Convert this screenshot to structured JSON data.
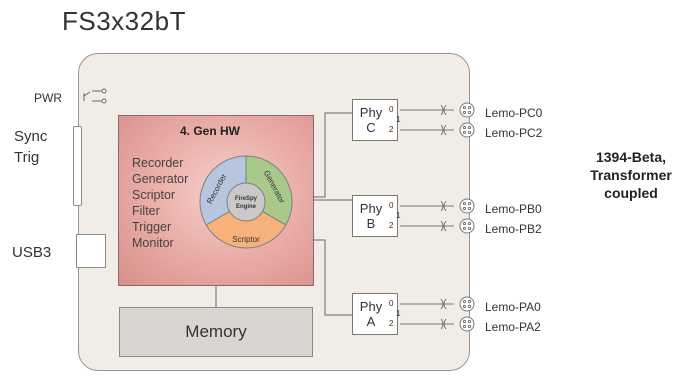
{
  "title": "FS3x32bT",
  "power_label": "PWR",
  "sync_label": [
    "Sync",
    "Trig"
  ],
  "usb_label": "USB3",
  "hw_block": {
    "title": "4. Gen HW",
    "features": [
      "Recorder",
      "Generator",
      "Scriptor",
      "Filter",
      "Trigger",
      "Monitor"
    ]
  },
  "engine": {
    "segments": [
      "Recorder",
      "Generator",
      "Scriptor"
    ],
    "center": [
      "FireSpy",
      "Engine"
    ],
    "colors": {
      "recorder": "#b7c6de",
      "generator": "#a9c98a",
      "scriptor": "#f6b27a",
      "center": "#c9c9c9"
    }
  },
  "memory_label": "Memory",
  "phys": [
    {
      "name": "Phy",
      "letter": "C",
      "ports": [
        "0",
        "1",
        "2"
      ],
      "lemos": [
        "Lemo-PC0",
        "Lemo-PC2"
      ]
    },
    {
      "name": "Phy",
      "letter": "B",
      "ports": [
        "0",
        "1",
        "2"
      ],
      "lemos": [
        "Lemo-PB0",
        "Lemo-PB2"
      ]
    },
    {
      "name": "Phy",
      "letter": "A",
      "ports": [
        "0",
        "1",
        "2"
      ],
      "lemos": [
        "Lemo-PA0",
        "Lemo-PA2"
      ]
    }
  ],
  "coupling_note": [
    "1394-Beta,",
    "Transformer",
    "coupled"
  ]
}
